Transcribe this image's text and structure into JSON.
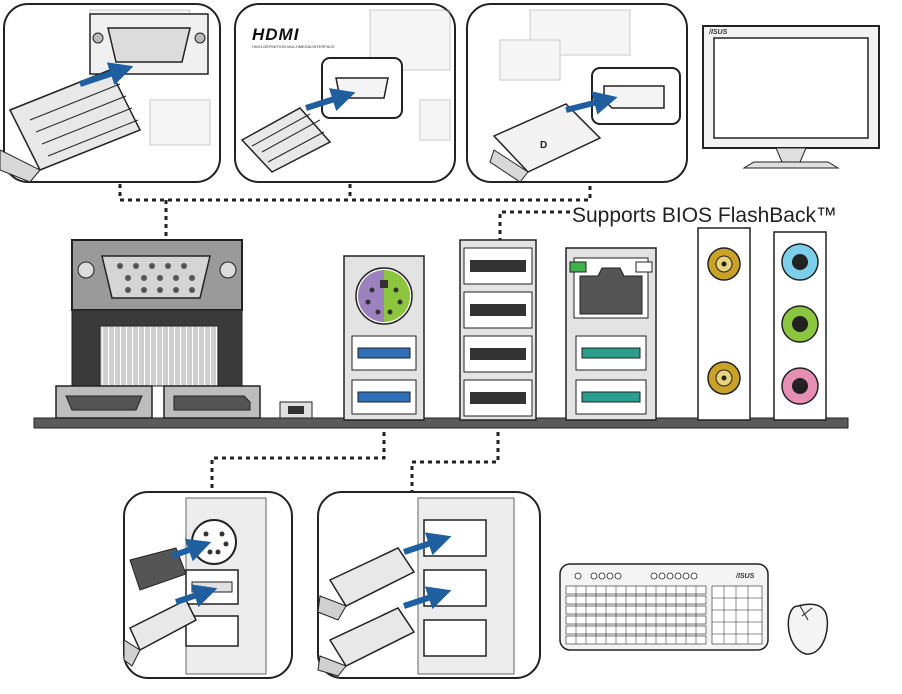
{
  "callout": {
    "bios_flashback": "Supports BIOS FlashBack™"
  },
  "hdmi_panel": {
    "logo": "HDMI",
    "tagline": "HIGH-DEFINITION MULTIMEDIA INTERFACE"
  },
  "monitor": {
    "brand": "/ISUS"
  },
  "keyboard": {
    "brand": "/ISUS"
  },
  "colors": {
    "ps2_purple": "#9b82bf",
    "ps2_green": "#8cc63f",
    "usb3_blue": "#2f6fb7",
    "usb_teal": "#2a9d8f",
    "lan_led_green": "#3cb44b",
    "audio_blue": "#7ccfe8",
    "audio_green": "#8cc63f",
    "audio_pink": "#e58fb5",
    "rca_gold": "#c9a227",
    "arrow_blue": "#1f5fa0"
  },
  "icons": [
    "vga-connector",
    "hdmi-connector",
    "displayport-connector",
    "ps2-port",
    "usb-port",
    "lan-port",
    "audio-jack",
    "antenna-connector",
    "monitor",
    "keyboard",
    "mouse"
  ]
}
